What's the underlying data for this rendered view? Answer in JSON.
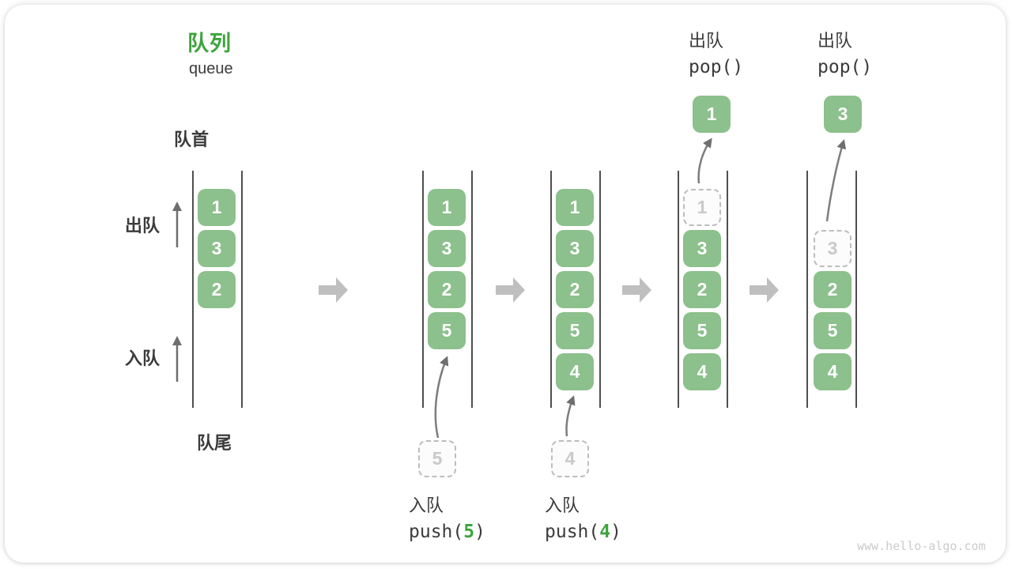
{
  "title": {
    "zh": "队列",
    "en": "queue"
  },
  "side_labels": {
    "front": "队首",
    "rear": "队尾",
    "dequeue": "出队",
    "enqueue": "入队"
  },
  "colors": {
    "title_green": "#3da43d",
    "box_green": "#8cc08c",
    "text_dark": "#3b3b3b",
    "block_arrow_gray": "#bfbfbf",
    "thin_arrow_gray": "#6e6e6e",
    "dashed_border_gray": "#bdbdbd",
    "dashed_text_gray": "#c9c9c9",
    "watermark_gray": "#cbcbcb"
  },
  "columns": [
    {
      "cells": [
        {
          "v": "1"
        },
        {
          "v": "3"
        },
        {
          "v": "2"
        }
      ]
    },
    {
      "cells": [
        {
          "v": "1"
        },
        {
          "v": "3"
        },
        {
          "v": "2"
        },
        {
          "v": "5"
        }
      ],
      "pending": "5",
      "op": {
        "label": "入队",
        "fn": "push(",
        "arg": "5",
        "close": ")"
      }
    },
    {
      "cells": [
        {
          "v": "1"
        },
        {
          "v": "3"
        },
        {
          "v": "2"
        },
        {
          "v": "5"
        },
        {
          "v": "4"
        }
      ],
      "pending": "4",
      "op": {
        "label": "入队",
        "fn": "push(",
        "arg": "4",
        "close": ")"
      }
    },
    {
      "cells": [
        {
          "v": "1",
          "dashed": true
        },
        {
          "v": "3"
        },
        {
          "v": "2"
        },
        {
          "v": "5"
        },
        {
          "v": "4"
        }
      ],
      "popped": "1",
      "op": {
        "label": "出队",
        "fn": "pop()"
      }
    },
    {
      "cells": [
        {
          "v": "3",
          "dashed": true
        },
        {
          "v": "2"
        },
        {
          "v": "5"
        },
        {
          "v": "4"
        }
      ],
      "popped": "3",
      "op": {
        "label": "出队",
        "fn": "pop()"
      }
    }
  ],
  "watermark": "www.hello-algo.com"
}
